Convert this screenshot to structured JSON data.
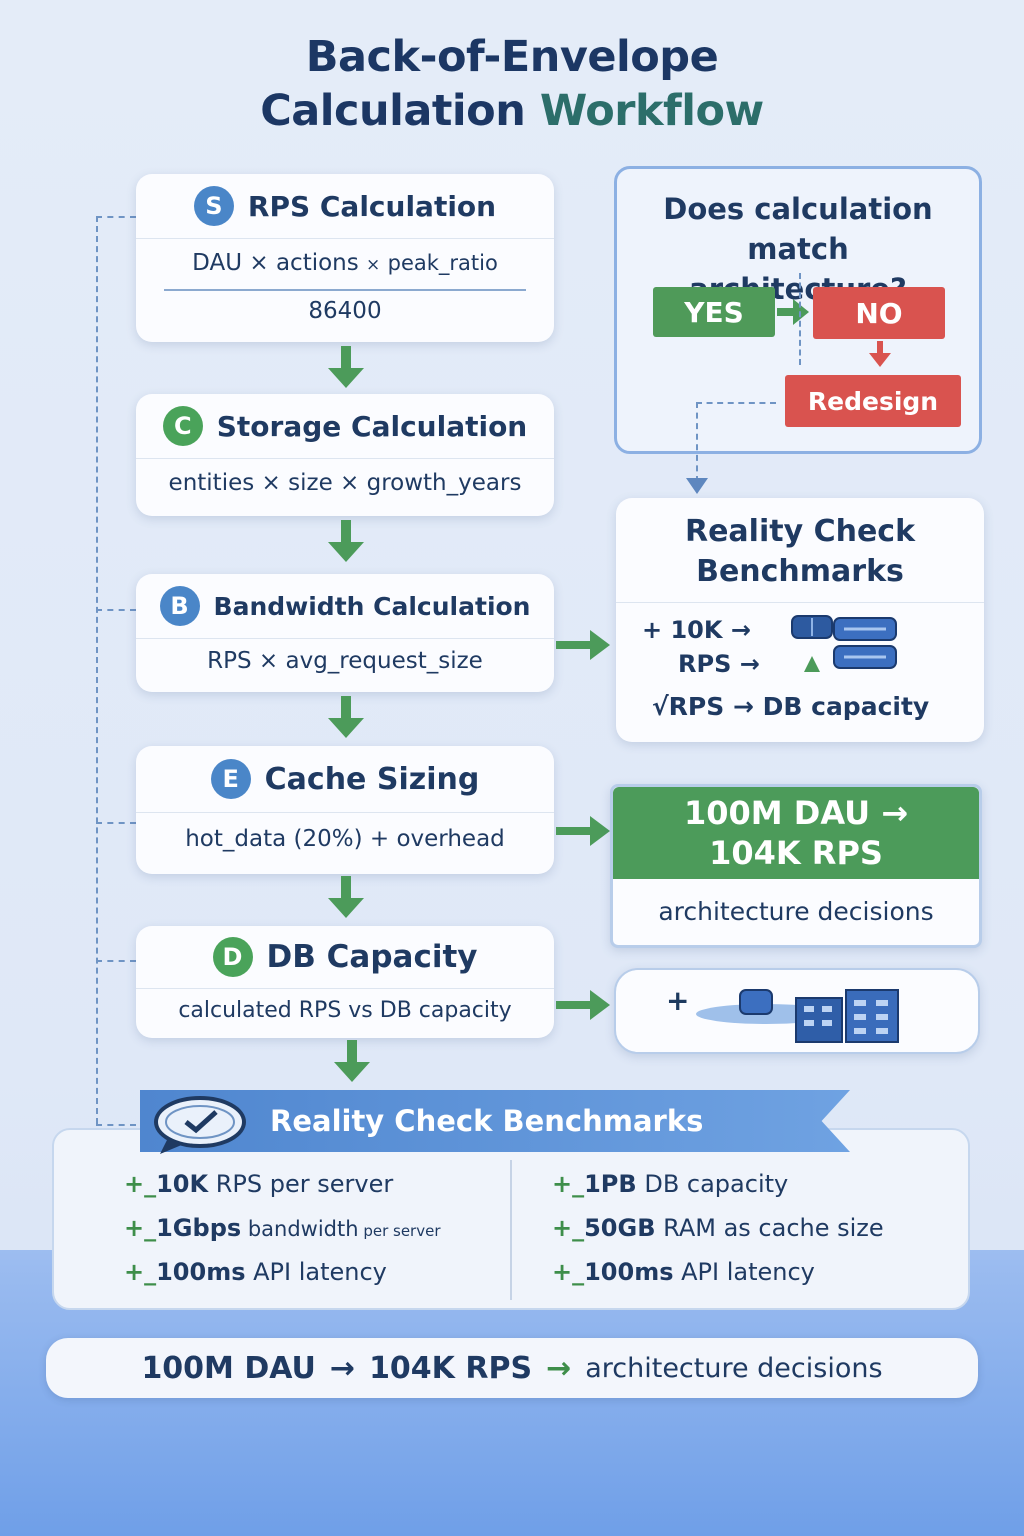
{
  "title": {
    "line1": "Back-of-Envelope",
    "line2_a": "Calculation",
    "line2_b": "Workflow"
  },
  "steps": [
    {
      "badge": "S",
      "title": "RPS Calculation",
      "formula_a": "DAU",
      "op1": "×",
      "formula_b": "actions",
      "op2": "×",
      "formula_c": "peak_ratio",
      "denominator": "86400"
    },
    {
      "badge": "C",
      "title": "Storage Calculation",
      "formula": "entities × size × growth_years"
    },
    {
      "badge": "B",
      "title": "Bandwidth Calculation",
      "formula": "RPS × avg_request_size"
    },
    {
      "badge": "E",
      "title": "Cache Sizing",
      "formula": "hot_data (20%) + overhead"
    },
    {
      "badge": "D",
      "title": "DB Capacity",
      "formula": "calculated RPS vs DB capacity"
    }
  ],
  "decision": {
    "question": "Does calculation match architecture?",
    "yes": "YES",
    "no": "NO",
    "redesign": "Redesign"
  },
  "reality_check": {
    "title_line1": "Reality Check",
    "title_line2": "Benchmarks",
    "row1": "+ 10K →",
    "row2": "RPS →",
    "row3": "√RPS → DB capacity"
  },
  "highlight": {
    "line1": "100M DAU →",
    "line2": "104K RPS",
    "sub": "architecture decisions"
  },
  "infra_plus": "+",
  "banner": {
    "label": "Reality Check Benchmarks"
  },
  "benchmarks": {
    "left": [
      {
        "prefix": "+_",
        "value": "10K",
        "rest": " RPS per server"
      },
      {
        "prefix": "+_",
        "value": "1Gbps",
        "rest": " bandwidth",
        "small": " per server"
      },
      {
        "prefix": "+_",
        "value": "100ms",
        "rest": " API latency"
      }
    ],
    "right": [
      {
        "prefix": "+_",
        "value": "1PB",
        "rest": " DB capacity"
      },
      {
        "prefix": "+_",
        "value": "50GB",
        "rest": " RAM as cache size"
      },
      {
        "prefix": "+_",
        "value": "100ms",
        "rest": " API latency"
      }
    ]
  },
  "summary": {
    "a": "100M DAU",
    "arrow1": "→",
    "b": "104K RPS",
    "arrow2": "→",
    "c": "architecture decisions"
  },
  "colors": {
    "green": "#4c9b5a",
    "red": "#d9534f",
    "blue": "#4a86c8",
    "navy": "#1f3a62"
  }
}
